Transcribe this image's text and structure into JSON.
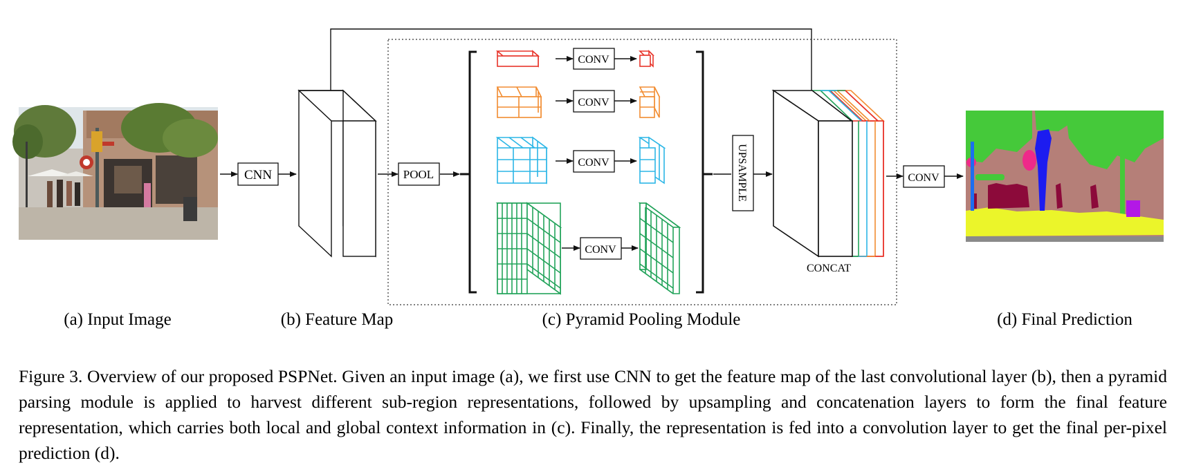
{
  "labels": {
    "cnn": "CNN",
    "pool": "POOL",
    "conv": "CONV",
    "upsample": "UPSAMPLE",
    "concat": "CONCAT",
    "conv_final": "CONV"
  },
  "subcaptions": {
    "a": "(a) Input Image",
    "b": "(b) Feature Map",
    "c": "(c) Pyramid Pooling Module",
    "d": "(d) Final Prediction"
  },
  "pyramid_levels": [
    {
      "bins": 1,
      "color": "#e8342a"
    },
    {
      "bins": 2,
      "color": "#f28c30"
    },
    {
      "bins": 3,
      "color": "#2bb6e6"
    },
    {
      "bins": 6,
      "color": "#22a35a"
    }
  ],
  "caption": {
    "label": "Figure 3.",
    "text": "Overview of our proposed PSPNet. Given an input image (a), we first use CNN to get the feature map of the last convolutional layer (b), then a pyramid parsing module is applied to harvest different sub-region representations, followed by upsampling and concatenation layers to form the final feature representation, which carries both local and global context information in (c). Finally, the representation is fed into a convolution layer to get the final per-pixel prediction (d)."
  }
}
